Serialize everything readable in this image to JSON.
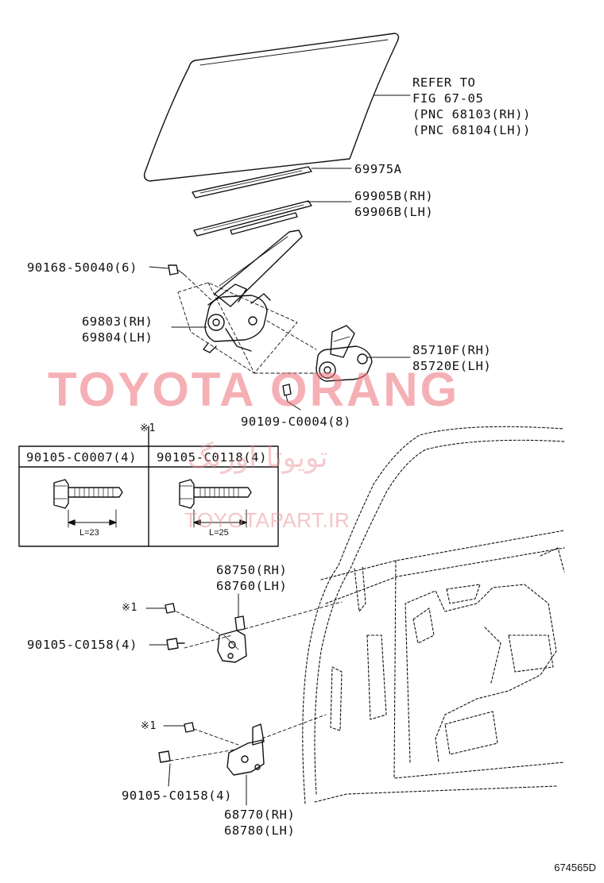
{
  "diagram": {
    "refer_note": [
      "REFER TO",
      "FIG 67-05",
      "(PNC 68103(RH))",
      "(PNC 68104(LH))"
    ],
    "parts": {
      "weatherstrip_a": "69975A",
      "weatherstrip_b_rh": "69905B(RH)",
      "weatherstrip_b_lh": "69906B(LH)",
      "regulator_bolt": "90168-50040(6)",
      "regulator_rh": "69803(RH)",
      "regulator_lh": "69804(LH)",
      "motor_rh": "85710F(RH)",
      "motor_lh": "85720E(LH)",
      "motor_bolt": "90109-C0004(8)",
      "upper_hinge_rh": "68750(RH)",
      "upper_hinge_lh": "68760(LH)",
      "upper_hinge_bolt": "90105-C0158(4)",
      "lower_hinge_bolt": "90105-C0158(4)",
      "lower_hinge_rh": "68770(RH)",
      "lower_hinge_lh": "68780(LH)"
    },
    "note_marker": "※1",
    "bolt_table": {
      "marker": "※1",
      "columns": [
        {
          "part": "90105-C0007(4)",
          "length": "L=23"
        },
        {
          "part": "90105-C0118(4)",
          "length": "L=25"
        }
      ]
    },
    "figure_code": "674565D"
  },
  "watermark": {
    "title": "TOYOTA ORANG",
    "persian": "تویوتا اورنگ",
    "site": "TOYOTAPART.IR"
  }
}
